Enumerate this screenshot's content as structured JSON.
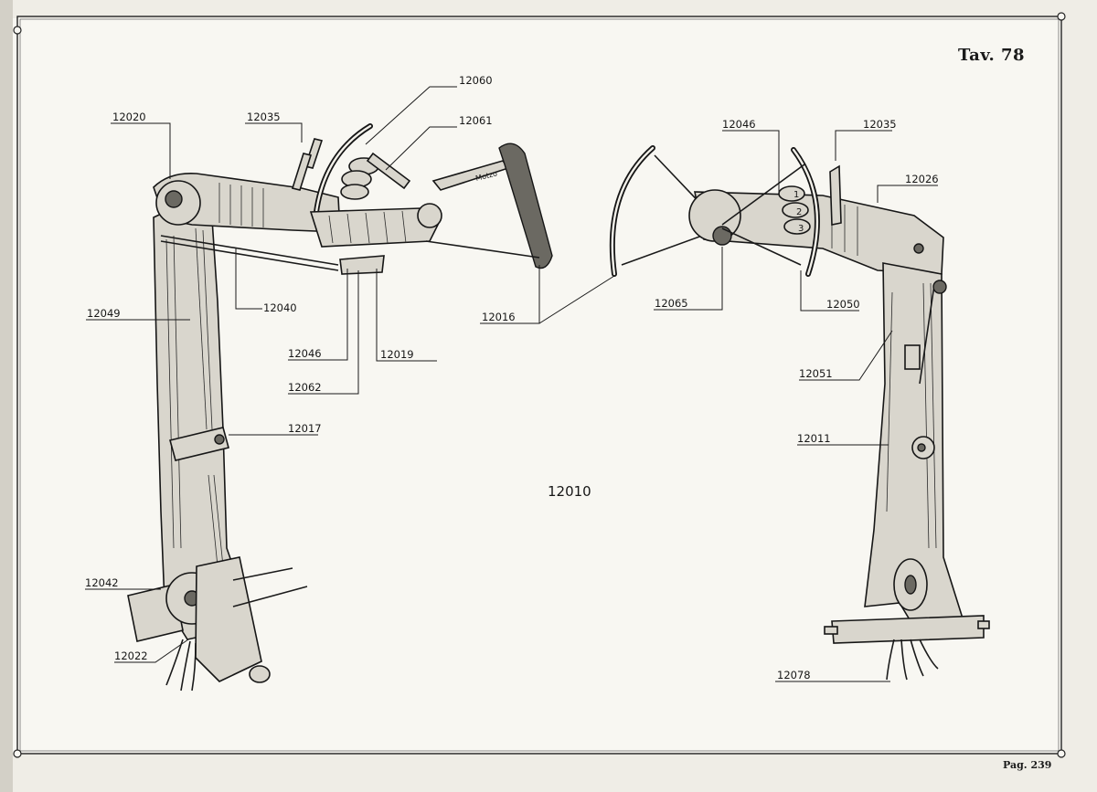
{
  "plate": {
    "title": "Tav. 78",
    "page": "Pag. 239"
  },
  "assembly": {
    "label": "12010"
  },
  "engraved_text": "Motzo",
  "callouts": {
    "c12020": "12020",
    "c12035a": "12035",
    "c12060": "12060",
    "c12061": "12061",
    "c12049": "12049",
    "c12040": "12040",
    "c12046a": "12046",
    "c12019": "12019",
    "c12062": "12062",
    "c12017": "12017",
    "c12016": "12016",
    "c12042": "12042",
    "c12022": "12022",
    "c12046b": "12046",
    "c12035b": "12035",
    "c12026": "12026",
    "c12065": "12065",
    "c12050": "12050",
    "c12051": "12051",
    "c12011": "12011",
    "c12078": "12078"
  },
  "lever_positions": [
    "1",
    "2",
    "3"
  ]
}
